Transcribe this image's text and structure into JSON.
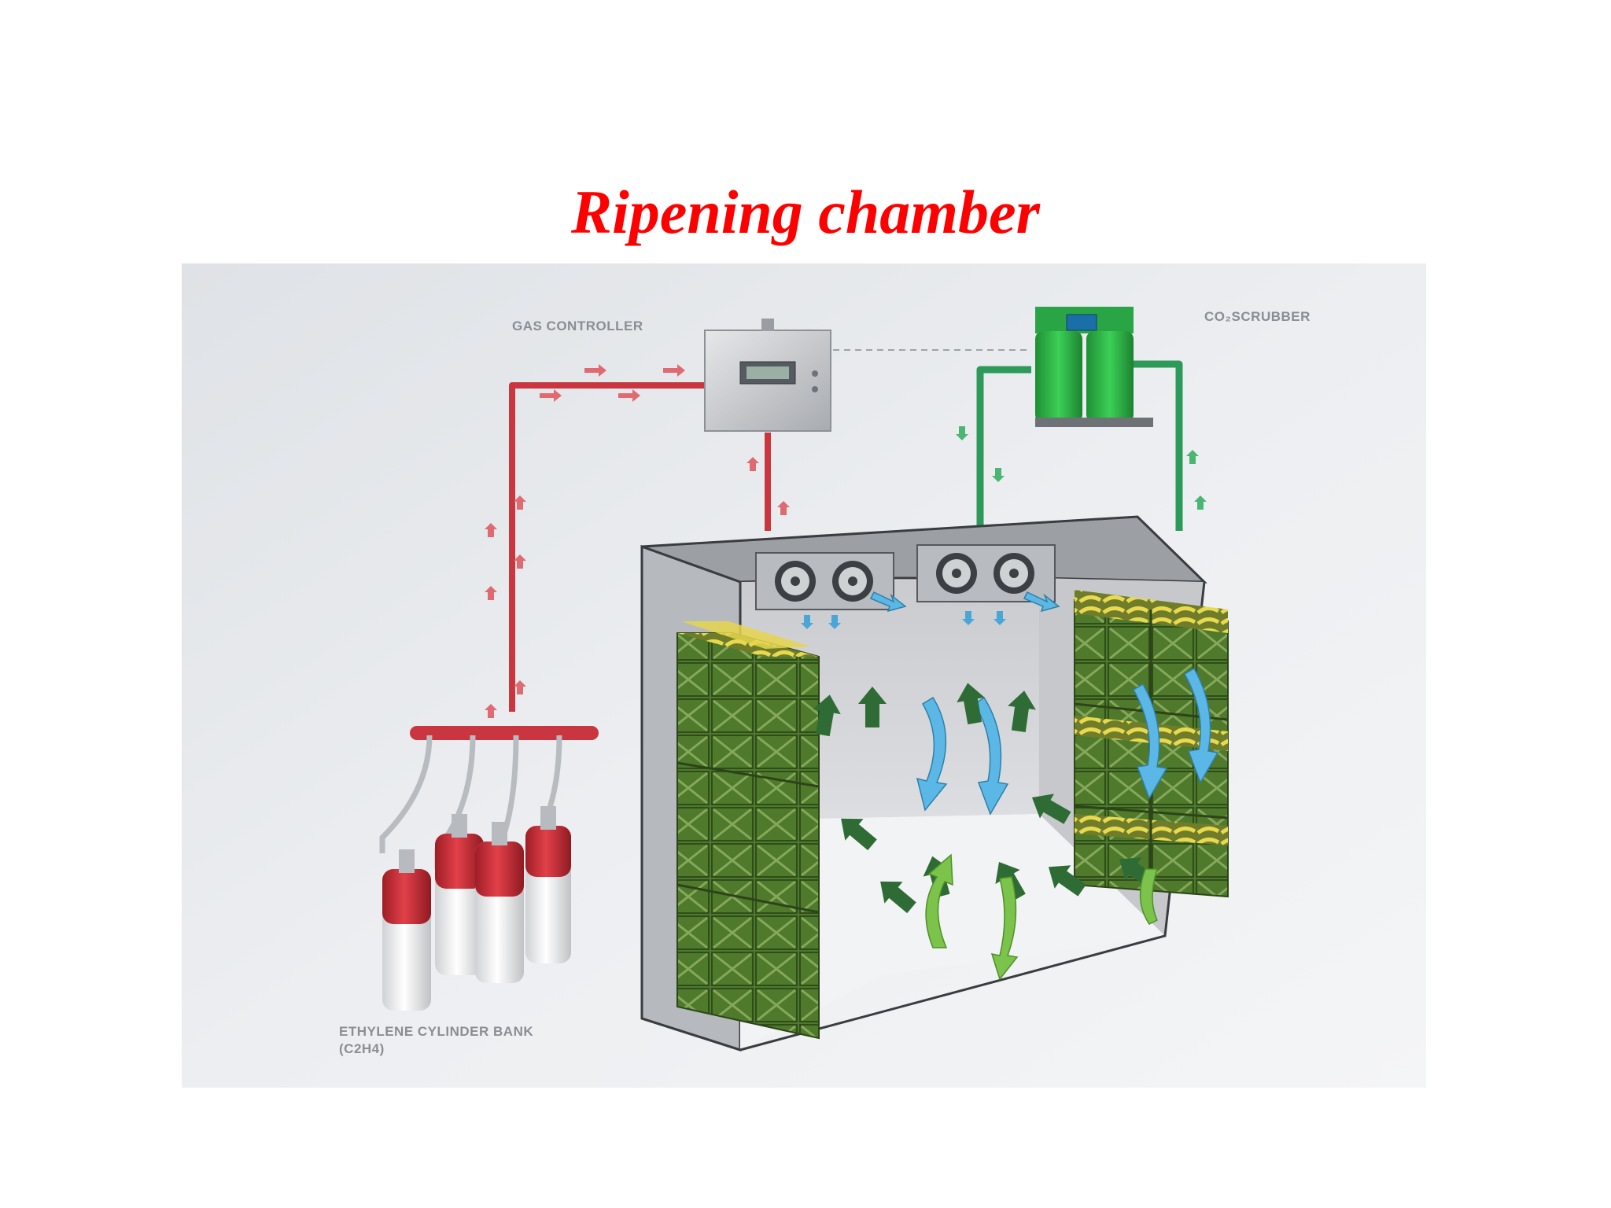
{
  "slide": {
    "title": "Ripening chamber",
    "title_color": "#ff0000"
  },
  "diagram": {
    "labels": {
      "gas_controller": "GAS CONTROLLER",
      "co2_scrubber": "CO₂SCRUBBER",
      "cylinder_bank_line1": "ETHYLENE CYLINDER BANK",
      "cylinder_bank_line2": "(C2H4)"
    },
    "colors": {
      "ethylene_pipe": "#c9363f",
      "scrubber_pipe": "#2e9a5a",
      "scrubber_body": "#2fb24a",
      "cold_airflow": "#5bb8e6",
      "return_airflow": "#2f6b35",
      "floor_airflow": "#7bc34a",
      "crates": "#4f7a2c",
      "bananas": "#e3d24a"
    },
    "icons": [
      "gas-controller-icon",
      "co2-scrubber-icon",
      "fan-icon",
      "cylinder-icon",
      "airflow-arrow-icon"
    ]
  }
}
